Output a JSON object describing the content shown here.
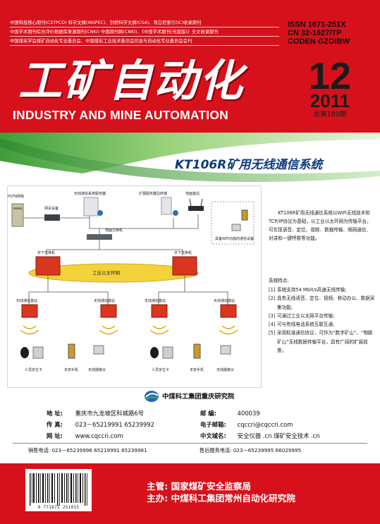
{
  "journal": {
    "index_lines": [
      "中国科技核心期刊(CSTPCD)   科学文摘(INSPEC)、剑桥科学文摘(CSA)、哥白尼索引(IC)收录期刊",
      "中国学术期刊综合评价数据库来源期刊(CNKI)    中国期刊网(CNKI)、《中国学术期刊(光盘版)》全文收录期刊",
      "中国煤炭学会煤矿自动化专业委员会、中国煤炭工业技术委员会信息与自动化专业委员会会刊"
    ],
    "issn_lines": [
      "ISSN 1671-251X",
      "CN 32-1627/TP",
      "CODEN GZOIBW"
    ],
    "title_cn": "工矿自动化",
    "title_en": "INDUSTRY AND MINE AUTOMATION",
    "issue_number": "12",
    "year": "2011",
    "total_issue": "总第189期"
  },
  "headline": "KT106R矿用无线通信系统",
  "diagram": {
    "labels": {
      "pstn": "PSTN网络",
      "gateway": "网关设备",
      "server": "无线通信系统服务器",
      "expansion": "扩展服务器及终端",
      "ground_station": "地面基站",
      "surface_switch": "地面交换机",
      "mine_switch_left": "井下交换机",
      "mine_switch_right": "井下交换机",
      "ethernet": "工业以太环网",
      "base_station": "无线通信基站",
      "wifi_terminal": "具备WiFi功能的通信设备",
      "locator_card": "人员定位卡",
      "phone": "本安手机",
      "camera": "无线摄像仪"
    }
  },
  "description": "KT106R矿用无线通信系统以WiFi无线技术和TCP/IP协议为基础，以工业以太环网为传输平台，可实现语音、定位、视频、数据传输、眼网通信、对讲和一键呼救等功能。",
  "features_title": "系统特点:",
  "features": [
    {
      "num": "[1]",
      "text": "系统支持54 Mbit/s高速无线传输;"
    },
    {
      "num": "[2]",
      "text": "具有无线语音、定位、视频、移动办公、数据采集功能;"
    },
    {
      "num": "[3]",
      "text": "可通过工业以太网平台传输;"
    },
    {
      "num": "[4]",
      "text": "可与有线电话系统互联互通;"
    },
    {
      "num": "[5]",
      "text": "采用标准通信协议，可作为“数字矿山”、“物联矿山”无线数据传输平台，具有广阔的扩展前景。"
    }
  ],
  "company": {
    "name": "中煤科工集团重庆研究院",
    "address_label": "地    址:",
    "address": "重庆市九龙坡区科城路6号",
    "postcode_label": "邮      编:",
    "postcode": "400039",
    "fax_label": "传    真:",
    "fax": "023－65219991   65239992",
    "email_label": "电子邮箱:",
    "email": "cqccri@cqccri.com",
    "web_label": "网    址:",
    "web": "www.cqccri.com",
    "cn_domain_label": "中文域名:",
    "cn_domain": "安全仪器 .cn      煤矿安全技术 .cn",
    "sales": "销售电话: 023－65239996    65219991    65239981",
    "after_sales": "售后服务电话: 023－65239995    66029995"
  },
  "footer": {
    "supervisor": "主管: 国家煤矿安全监察局",
    "sponsor": "主办: 中煤科工集团常州自动化研究院",
    "barcode_digits": "9 771671 251015"
  },
  "colors": {
    "brand_red": "#d6111b",
    "headline_blue": "#0d3a78",
    "swoosh_green": "#6fbf5c",
    "ethernet_yellow": "#f3d23a"
  }
}
